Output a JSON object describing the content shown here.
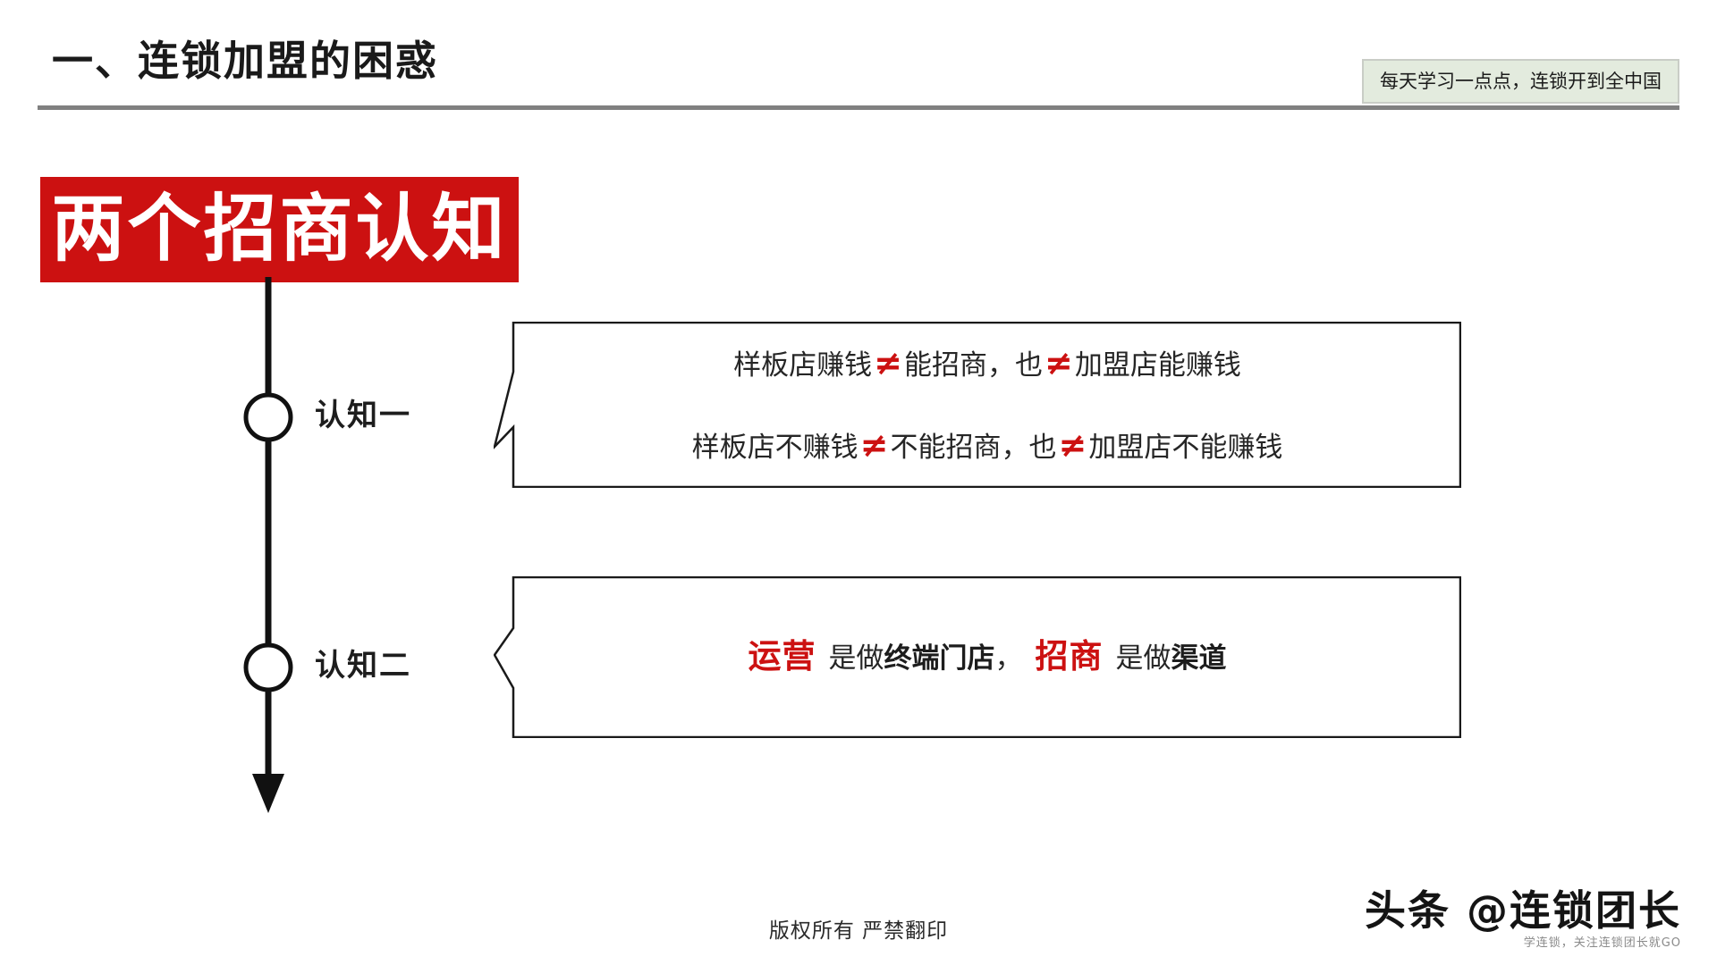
{
  "header": {
    "title": "一、连锁加盟的困惑",
    "tagline_badge": "每天学习一点点，连锁开到全中国"
  },
  "hero": {
    "red_block_label": "两个招商认知"
  },
  "timeline": {
    "nodes": [
      {
        "label": "认知一"
      },
      {
        "label": "认知二"
      }
    ],
    "arrow_icon": "down-arrow-icon"
  },
  "callouts": [
    {
      "name": "cognition-one",
      "lines": [
        {
          "parts": [
            {
              "text": "样板店赚钱",
              "style": "plain"
            },
            {
              "text": "≠",
              "style": "neq"
            },
            {
              "text": "能招商，也",
              "style": "plain"
            },
            {
              "text": "≠",
              "style": "neq"
            },
            {
              "text": "加盟店能赚钱",
              "style": "plain"
            }
          ]
        },
        {
          "parts": [
            {
              "text": "样板店不赚钱",
              "style": "plain"
            },
            {
              "text": "≠",
              "style": "neq"
            },
            {
              "text": "不能招商，也",
              "style": "plain"
            },
            {
              "text": "≠",
              "style": "neq"
            },
            {
              "text": "加盟店不能赚钱",
              "style": "plain"
            }
          ]
        }
      ]
    },
    {
      "name": "cognition-two",
      "lines": [
        {
          "parts": [
            {
              "text": "运营",
              "style": "accent-red"
            },
            {
              "text": "是做",
              "style": "plain"
            },
            {
              "text": "终端门店",
              "style": "strong-dark"
            },
            {
              "text": "，",
              "style": "plain"
            },
            {
              "text": "招商",
              "style": "accent-red"
            },
            {
              "text": "是做",
              "style": "plain"
            },
            {
              "text": "渠道",
              "style": "strong-dark"
            }
          ]
        }
      ]
    }
  ],
  "footer": {
    "copyright": "版权所有  严禁翻印",
    "watermark_main": "头条 @连锁团长",
    "watermark_sub": "学连锁，关注连锁团长就GO"
  },
  "colors": {
    "accent_red": "#cc1111",
    "badge_bg": "#e3ebde",
    "rule_gray": "#808080",
    "text_dark": "#1d1d1d"
  }
}
